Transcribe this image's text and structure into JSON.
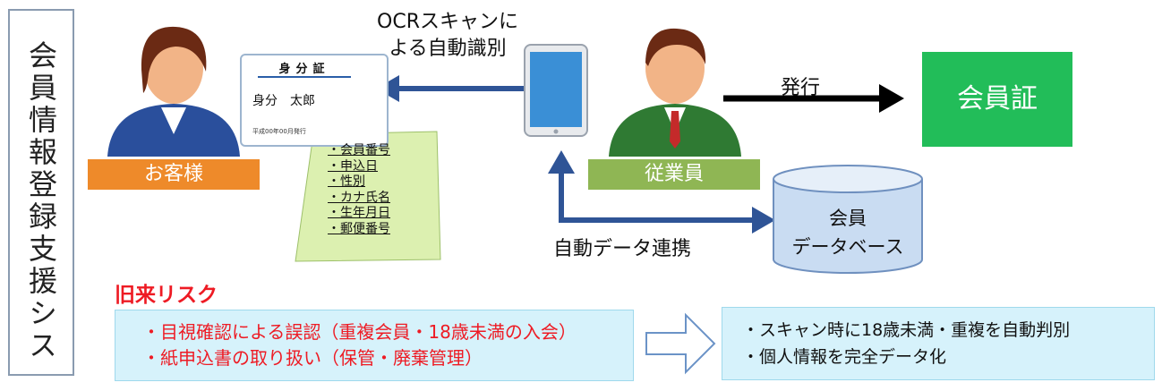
{
  "system_title": "会員情報登録支援システム",
  "customer_label": "お客様",
  "staff_label": "従業員",
  "ocr_caption_line1": "OCRスキャンに",
  "ocr_caption_line2": "よる自動識別",
  "issue_caption": "発行",
  "member_card_label": "会員証",
  "id_card": {
    "title": "身分証",
    "name": "身分　太郎",
    "issued": "平成00年00月発行"
  },
  "memo_items": [
    "・会員番号",
    "・申込日",
    "・性別",
    "・カナ氏名",
    "・生年月日",
    "・郵便番号"
  ],
  "database": {
    "line1": "会員",
    "line2": "データベース"
  },
  "sync_caption": "自動データ連携",
  "risk": {
    "title": "旧来リスク",
    "items": [
      "・目視確認による誤認（重複会員・18歳未満の入会）",
      "・紙申込書の取り扱い（保管・廃棄管理）"
    ]
  },
  "solution": {
    "items": [
      "・スキャン時に18歳未満・重複を自動判別",
      "・個人情報を完全データ化"
    ]
  },
  "colors": {
    "customer": "#ee8a2a",
    "staff": "#8fb654",
    "member_card": "#22bd59",
    "risk_text": "#ee1b24",
    "box_fill": "#d6f2fb",
    "arrow_blue": "#2f5496"
  }
}
